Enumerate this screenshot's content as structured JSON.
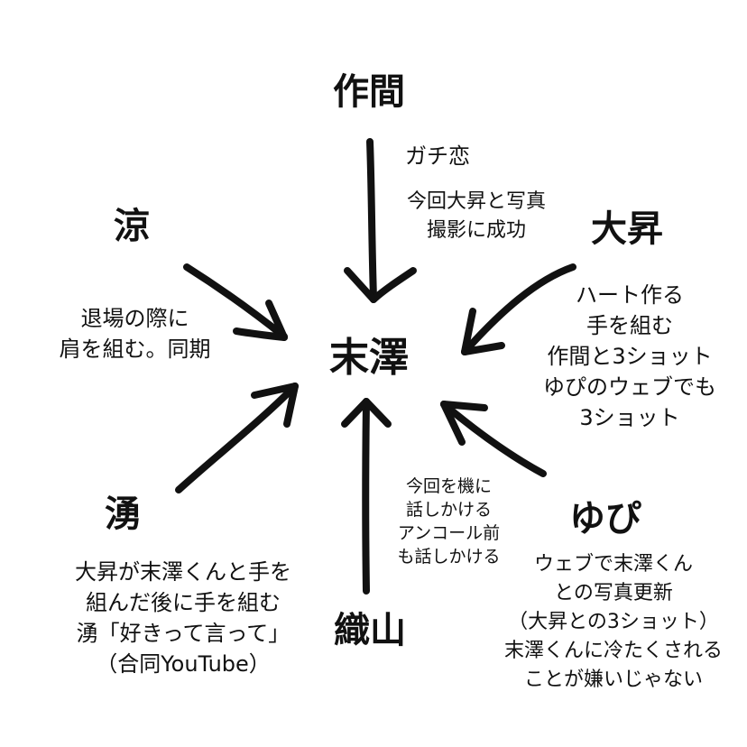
{
  "center": {
    "name": "末澤"
  },
  "people": {
    "sakuma": {
      "name": "作間"
    },
    "taisho": {
      "name": "大昇"
    },
    "ryo": {
      "name": "涼"
    },
    "yuu": {
      "name": "湧"
    },
    "yupi": {
      "name": "ゆぴ"
    },
    "oriyama": {
      "name": "織山"
    }
  },
  "notes": {
    "sakuma_1": [
      "ガチ恋"
    ],
    "sakuma_2": [
      "今回大昇と写真",
      "撮影に成功"
    ],
    "taisho": [
      "ハート作る",
      "手を組む",
      "作間と3ショット",
      "ゆぴのウェブでも",
      "3ショット"
    ],
    "ryo": [
      "退場の際に",
      "肩を組む。同期"
    ],
    "yuu": [
      "大昇が末澤くんと手を",
      "組んだ後に手を組む",
      "湧「好きって言って」",
      "（合同YouTube）"
    ],
    "oriyama": [
      "今回を機に",
      "話しかける",
      "アンコール前",
      "も話しかける"
    ],
    "yupi": [
      "ウェブで末澤くん",
      "との写真更新",
      "（大昇との3ショット）",
      "末澤くんに冷たくされる",
      "ことが嫌いじゃない"
    ]
  },
  "style": {
    "ink": "#111111",
    "background": "#ffffff"
  }
}
